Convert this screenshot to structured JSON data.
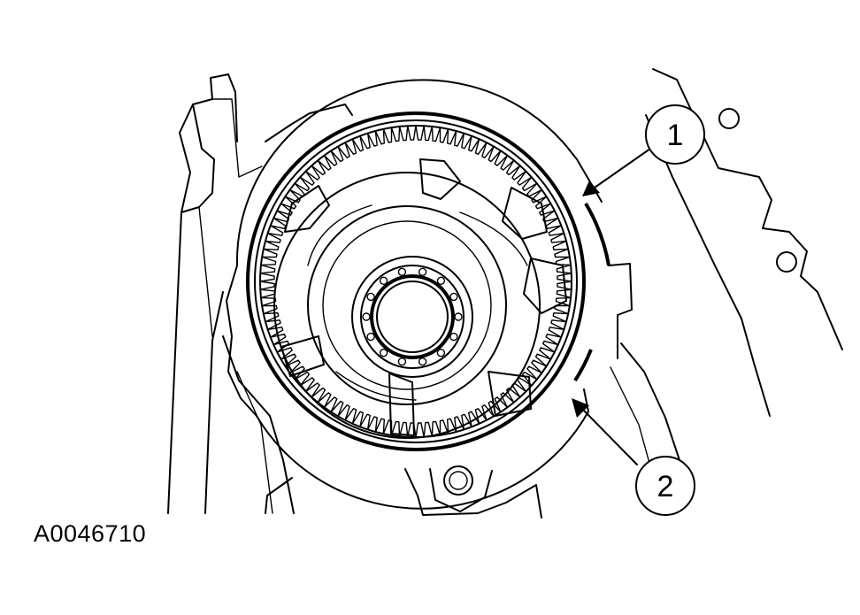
{
  "figure": {
    "id_label": "A0046710"
  },
  "callouts": [
    {
      "number": "1"
    },
    {
      "number": "2"
    }
  ],
  "colors": {
    "line": "#000000",
    "background": "#ffffff"
  }
}
